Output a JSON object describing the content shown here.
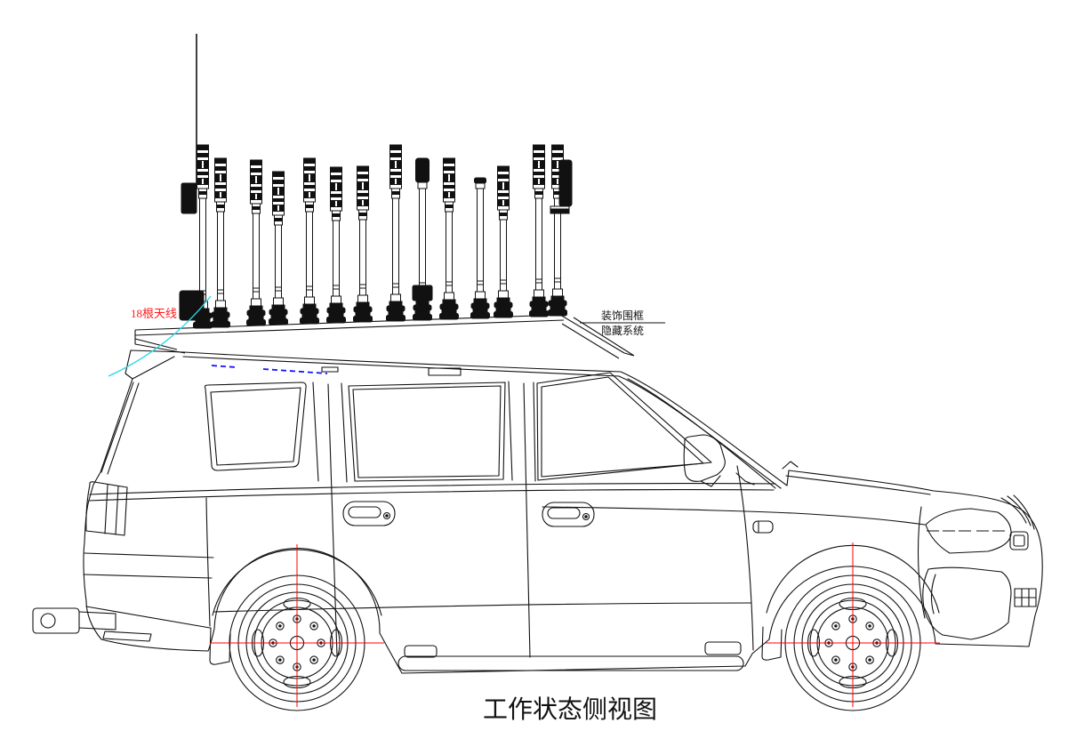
{
  "drawing": {
    "title": "工作状态侧视图",
    "annotations": {
      "antenna": {
        "text": "18根天线",
        "color": "#ff1a1a"
      },
      "frame": {
        "line1": "装饰围框",
        "line2": "隐藏系统",
        "color": "#111111"
      }
    },
    "colors": {
      "line": "#111111",
      "crosshair_red": "#ff0000",
      "leader_cyan": "#2fd8e8",
      "hidden_line_blue": "#1414ff",
      "background": "#ffffff"
    }
  }
}
